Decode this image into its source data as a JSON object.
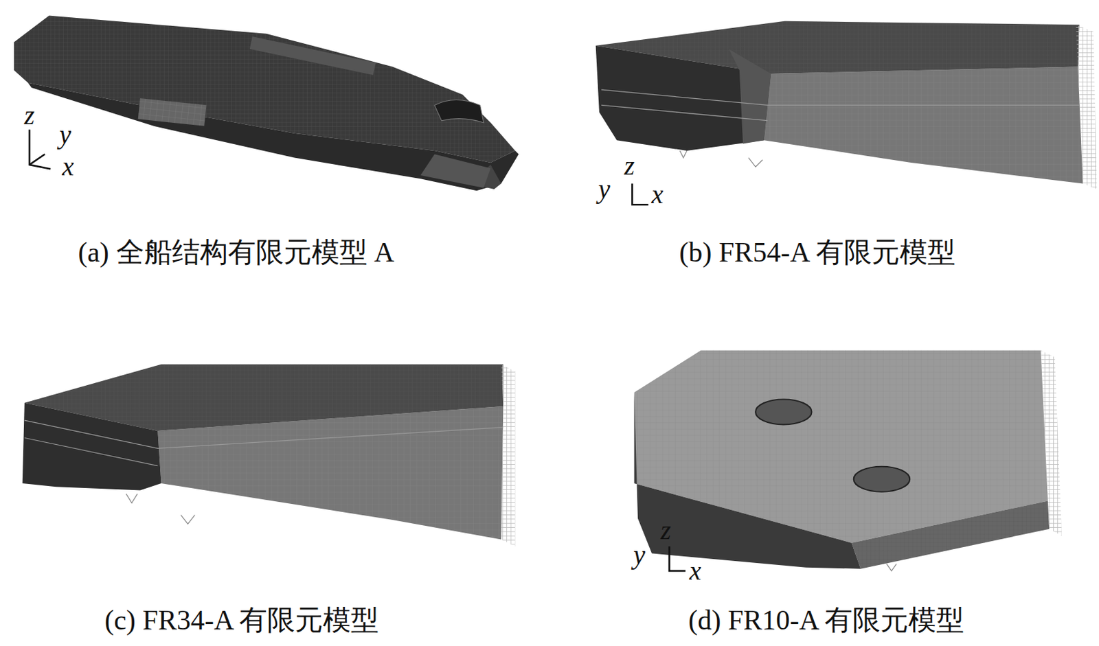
{
  "diagram": {
    "labels": [
      "z",
      "y",
      "x",
      "(a) 全船结构有限元模型 A",
      "z",
      "y",
      "x",
      "(b) FR54-A 有限元模型",
      "(c) FR34-A 有限元模型",
      "z",
      "y",
      "x",
      "(d) FR10-A 有限元模型"
    ]
  }
}
